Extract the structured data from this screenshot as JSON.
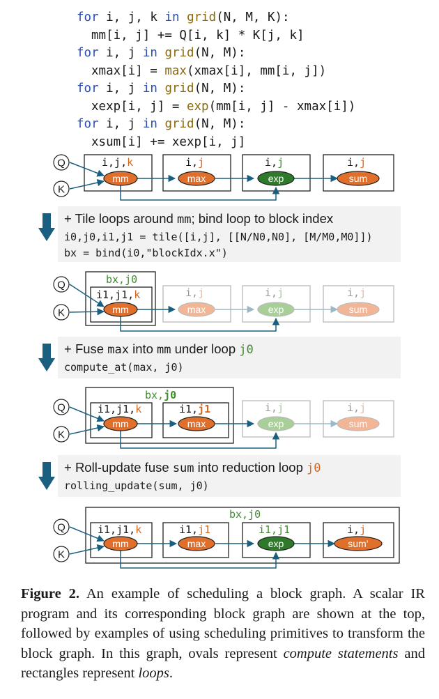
{
  "program": {
    "line1": [
      "for",
      " i, j, k ",
      "in",
      " ",
      "grid",
      "(N, M, K):"
    ],
    "line2": "mm[i, j] += Q[i, k] * K[j, k]",
    "line3": [
      "for",
      " i, j ",
      "in",
      " ",
      "grid",
      "(N, M):"
    ],
    "line4": [
      "xmax[i] = ",
      "max",
      "(xmax[i], mm[i, j])"
    ],
    "line5": [
      "for",
      " i, j ",
      "in",
      " ",
      "grid",
      "(N, M):"
    ],
    "line6": [
      "xexp[i, j] = ",
      "exp",
      "(mm[i, j] - xmax[i])"
    ],
    "line7": [
      "for",
      " i, j ",
      "in",
      " ",
      "grid",
      "(N, M):"
    ],
    "line8": "xsum[i] += xexp[i, j]"
  },
  "inputs": {
    "q": "Q",
    "k": "K"
  },
  "nodes": {
    "mm": "mm",
    "max": "max",
    "exp": "exp",
    "sum": "sum",
    "sum_prime": "sum’"
  },
  "loops": {
    "ijk": [
      "i,j,",
      "k"
    ],
    "ij": [
      "i,",
      "j"
    ],
    "bx_j0": "bx,j0",
    "i1j1k": [
      "i1,j1,",
      "k"
    ],
    "i1j1": [
      "i1,",
      "j1"
    ],
    "i1j1_full": "i1,j1",
    "bx_j0_bold": [
      "bx,",
      "j0"
    ],
    "i1j1_bold": [
      "i1,",
      "j1"
    ]
  },
  "steps": [
    {
      "title_parts": [
        "+ Tile loops around ",
        "mm",
        "; bind loop to block index"
      ],
      "code": [
        "i0,j0,i1,j1 = tile([i,j], [[N/N0,N0], [M/M0,M0]])",
        "bx = bind(i0,\"blockIdx.x\")"
      ]
    },
    {
      "title_parts": [
        "+ Fuse ",
        "max",
        " into ",
        "mm",
        " under loop ",
        "j0"
      ],
      "code": [
        "compute_at(max, j0)"
      ]
    },
    {
      "title_parts": [
        "+ Roll-update fuse ",
        "sum",
        " into reduction loop ",
        "j0"
      ],
      "code": [
        "rolling_update(sum, j0)"
      ]
    }
  ],
  "colors": {
    "mm_fill": "#e06f2c",
    "sum_fill": "#e06f2c",
    "exp_fill": "#2f7a2a",
    "faded_orange": "#f2b596",
    "faded_green": "#a8cf98",
    "arrow_blue": "#1b5f80",
    "panel": "#f2f2f2"
  },
  "caption": {
    "label": "Figure 2.",
    "text1": " An example of scheduling a block graph. A scalar IR program and its corresponding block graph are shown at the top, followed by examples of using scheduling primitives to transform the block graph. In this graph, ovals represent ",
    "em1": "compute statements",
    "text2": " and rectangles represent ",
    "em2": "loops",
    "text3": "."
  }
}
